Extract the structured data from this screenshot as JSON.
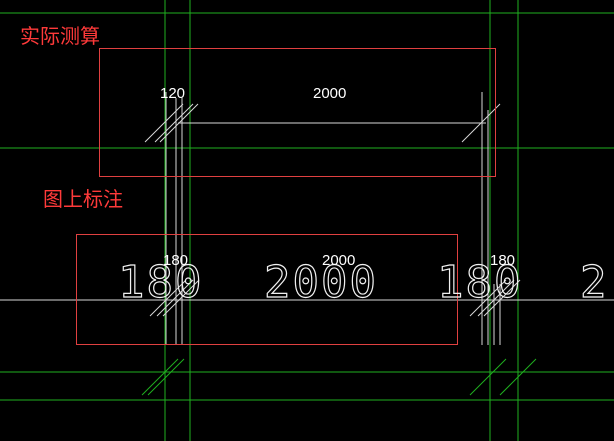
{
  "drawing": {
    "background": "#000000",
    "grid_color": "#1fb01f",
    "dim_line_color": "#d8d8d8",
    "highlight_box_color": "#e04040",
    "label_color": "#ff3a3a"
  },
  "labels": {
    "measured": "实际测算",
    "annotated": "图上标注"
  },
  "measured_dims": {
    "d1": "120",
    "d2": "2000"
  },
  "annotated_dims": {
    "d1": "180",
    "d2": "2000",
    "d3": "180"
  },
  "large_text": {
    "t1": "180",
    "t2": "2000",
    "t3": "180",
    "t4": "2"
  }
}
